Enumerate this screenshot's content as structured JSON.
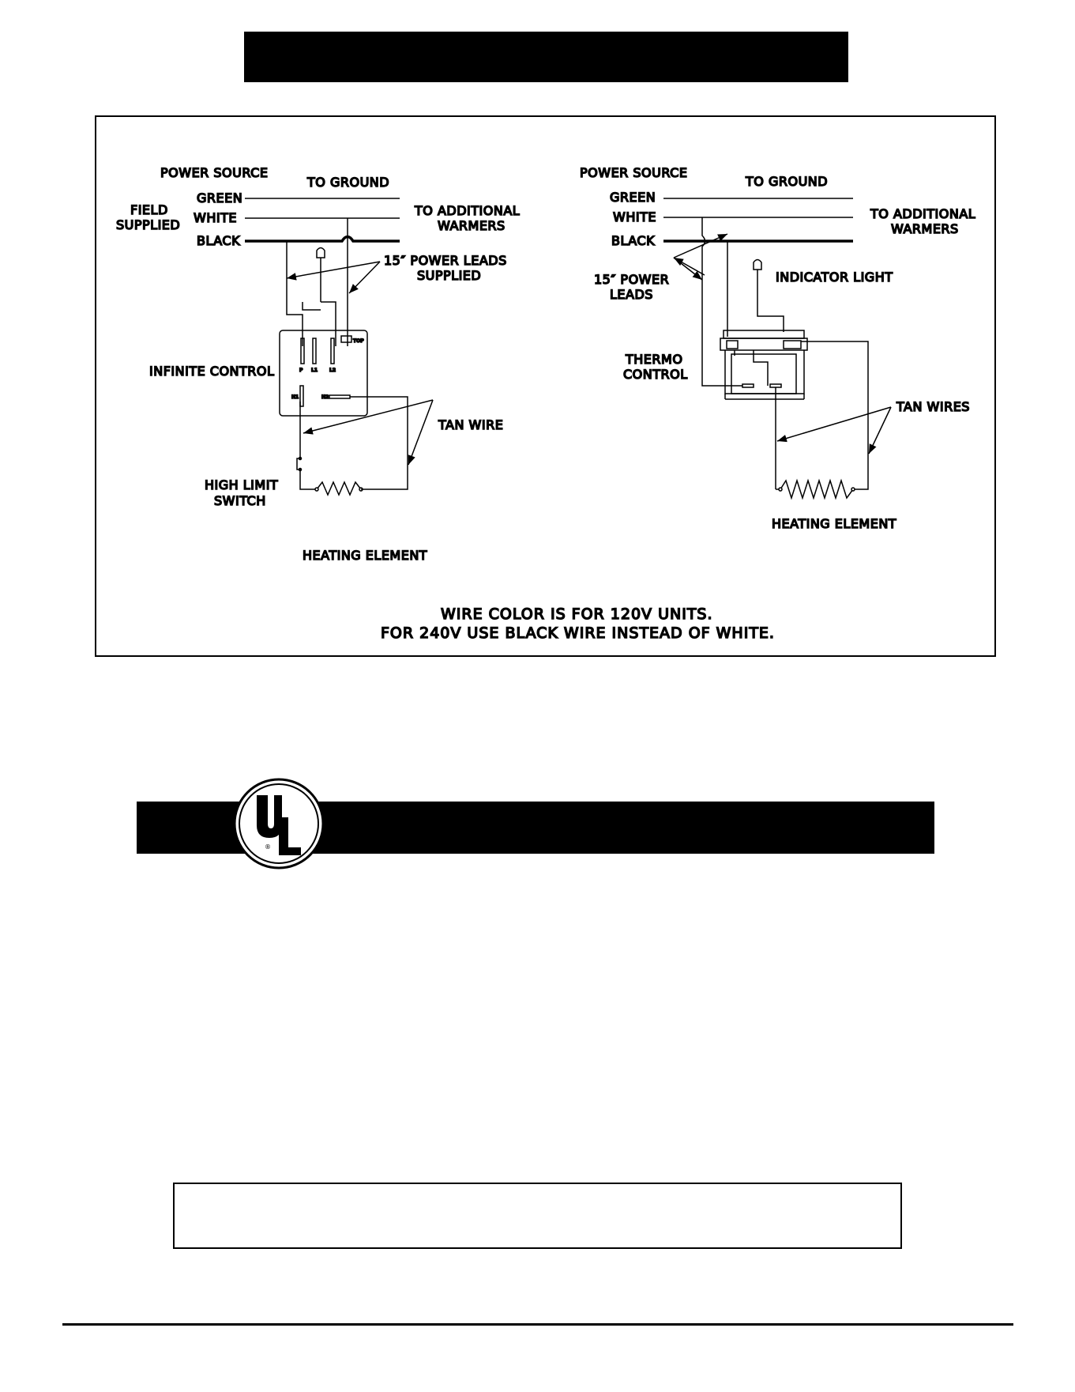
{
  "diagram": {
    "left": {
      "power_source": "POWER SOURCE",
      "to_ground": "TO GROUND",
      "green": "GREEN",
      "white": "WHITE",
      "black": "BLACK",
      "field": "FIELD",
      "supplied": "SUPPLIED",
      "to_additional": "TO ADDITIONAL",
      "warmers": "WARMERS",
      "power_leads_1": "15″ POWER LEADS",
      "power_leads_2": "SUPPLIED",
      "infinite_control": "INFINITE CONTROL",
      "top": "TOP",
      "term_p": "P",
      "term_l1": "L1",
      "term_l2": "L2",
      "term_h1": "H1",
      "term_h2": "H2",
      "tan_wire": "TAN WIRE",
      "high_limit": "HIGH LIMIT",
      "switch": "SWITCH",
      "heating_element": "HEATING ELEMENT"
    },
    "right": {
      "power_source": "POWER SOURCE",
      "to_ground": "TO GROUND",
      "green": "GREEN",
      "white": "WHITE",
      "black": "BLACK",
      "to_additional": "TO ADDITIONAL",
      "warmers": "WARMERS",
      "power_leads_1": "15″ POWER",
      "power_leads_2": "LEADS",
      "indicator_light": "INDICATOR LIGHT",
      "thermo": "THERMO",
      "control": "CONTROL",
      "tan_wires": "TAN WIRES",
      "heating_element": "HEATING ELEMENT"
    },
    "note_line1": "WIRE COLOR IS FOR 120V UNITS.",
    "note_line2": "FOR 240V USE BLACK WIRE INSTEAD OF WHITE."
  },
  "ul_logo": {
    "u": "U",
    "l": "L",
    "reg": "®"
  }
}
